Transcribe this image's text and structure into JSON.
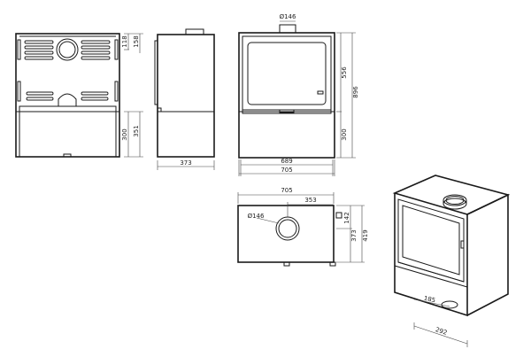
{
  "dims": {
    "back_h_top": "118",
    "back_h_top2": "158",
    "back_h_bottom": "300",
    "back_h_bottom2": "351",
    "side_depth": "373",
    "flue_diameter_front": "Ø146",
    "front_h_upper": "556",
    "front_h_total": "896",
    "front_h_lower": "300",
    "front_w_inner": "689",
    "front_w_outer": "705",
    "top_w": "705",
    "top_offset": "353",
    "top_flue_diameter": "Ø146",
    "top_depth_offset": "142",
    "top_depth": "373",
    "top_depth_total": "419",
    "iso_dim_a": "185",
    "iso_dim_b": "292"
  }
}
